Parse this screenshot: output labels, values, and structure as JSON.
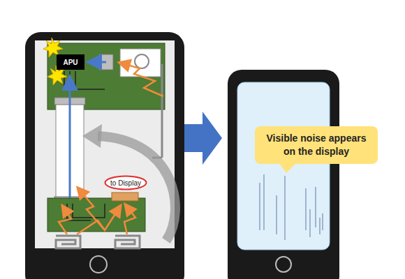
{
  "diagram": {
    "nodes": [
      {
        "text": [
          "APU"
        ]
      },
      {
        "text": [
          "to Display"
        ]
      },
      {
        "text": [
          "Visible noise appears on the display"
        ]
      }
    ]
  }
}
